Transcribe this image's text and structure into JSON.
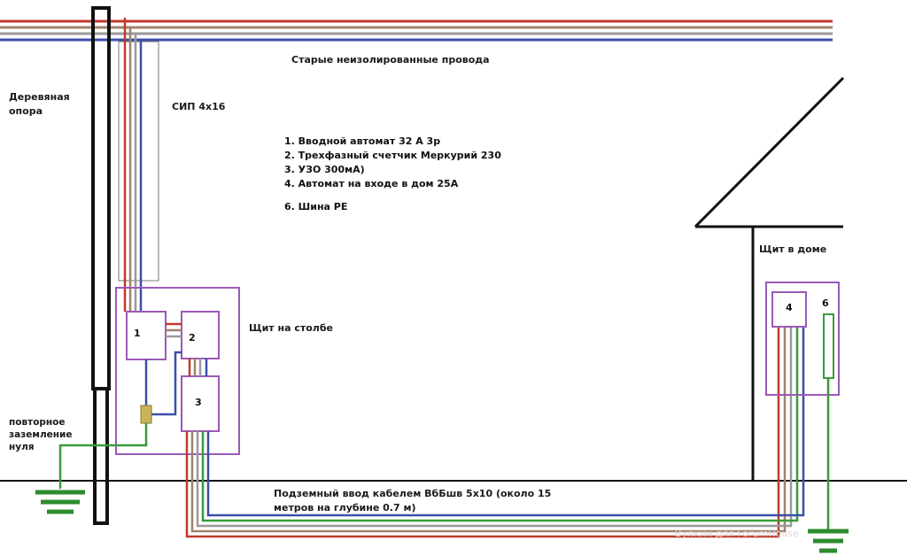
{
  "labels": {
    "old_wires": "Старые неизолированные провода",
    "wooden_pole": [
      "Деревяная",
      "опора"
    ],
    "sip": "СИП 4х16",
    "pole_panel": "Щит на столбе",
    "house_panel": "Щит в доме",
    "regrounding": [
      "повторное",
      "заземление",
      "нуля"
    ],
    "underground": [
      "Подземный ввод кабелем ВбБшв 5х10 (около 15",
      "метров на глубине 0.7 м)"
    ]
  },
  "legend": [
    "1. Вводной автомат 32 А 3р",
    "2. Трехфазный счетчик Меркурий 230",
    "3. УЗО 300мА)",
    "4. Автомат на входе в дом 25А",
    "6. Шина РЕ"
  ],
  "device_numbers": {
    "breaker": "1",
    "meter": "2",
    "rcd": "3",
    "house_breaker": "4",
    "pe_bus": "6"
  },
  "watermark": "Вулкин для ForumHouse",
  "colors": {
    "phase_red": "#c0392b",
    "phase_brown": "#a0826d",
    "phase_gray": "#9a9a9a",
    "neutral_blue": "#3a4fa8",
    "ground_green": "#3a9a3a",
    "panel_purple": "#9b59b6",
    "ground_symbol": "#2e8b2e"
  }
}
